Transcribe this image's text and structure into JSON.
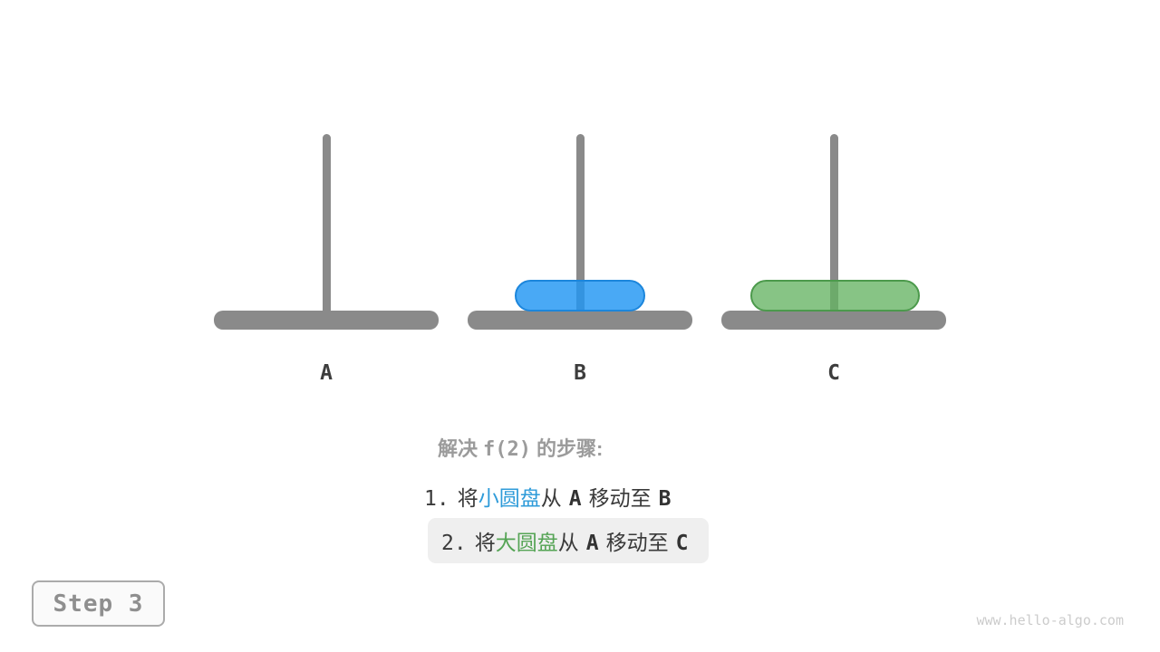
{
  "figure": {
    "peg_color": "#8a8a8a",
    "pegs": [
      {
        "label": "A"
      },
      {
        "label": "B"
      },
      {
        "label": "C"
      }
    ],
    "disks": [
      {
        "name": "small-disk",
        "on_peg": "B",
        "fill": "#2196f3",
        "border": "#1c86dc"
      },
      {
        "name": "large-disk",
        "on_peg": "C",
        "fill": "#65b363",
        "border": "#4c9a4c"
      }
    ]
  },
  "caption": {
    "title_pre": "解决",
    "title_expr": "f(2)",
    "title_post": "的步骤:",
    "highlight_bg": "#efefef",
    "steps": [
      {
        "num": "1.",
        "verb": "将",
        "disk": "小圆盘",
        "from_word": "从",
        "from": "A",
        "move_word": "移动至",
        "to": "B",
        "disk_text_color": "#2e9bd9",
        "highlighted": false
      },
      {
        "num": "2.",
        "verb": "将",
        "disk": "大圆盘",
        "from_word": "从",
        "from": "A",
        "move_word": "移动至",
        "to": "C",
        "disk_text_color": "#55a455",
        "highlighted": true
      }
    ]
  },
  "footer": {
    "step_label": "Step 3",
    "watermark": "www.hello-algo.com"
  }
}
